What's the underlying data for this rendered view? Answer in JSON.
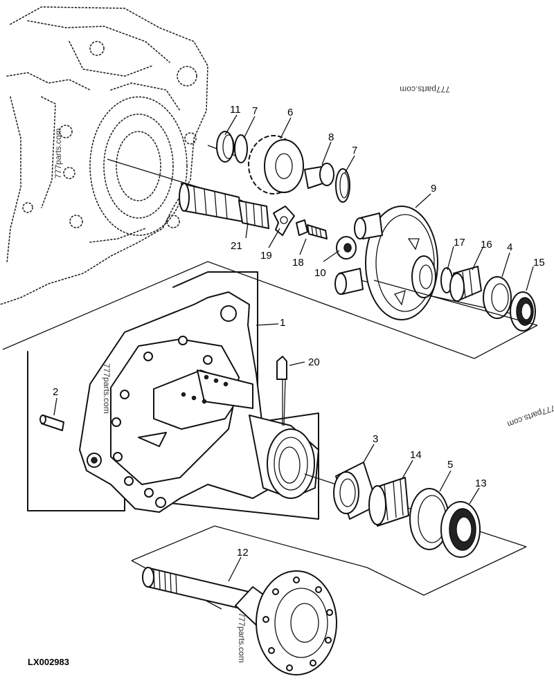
{
  "figure_code": "LX002983",
  "watermarks": [
    "777parts.com",
    "777parts.com",
    "777parts.com",
    "777parts.com",
    "777parts.com"
  ],
  "callouts": [
    "11",
    "7",
    "6",
    "8",
    "7",
    "9",
    "21",
    "19",
    "18",
    "10",
    "17",
    "16",
    "4",
    "15",
    "1",
    "20",
    "2",
    "3",
    "14",
    "5",
    "13",
    "12"
  ]
}
